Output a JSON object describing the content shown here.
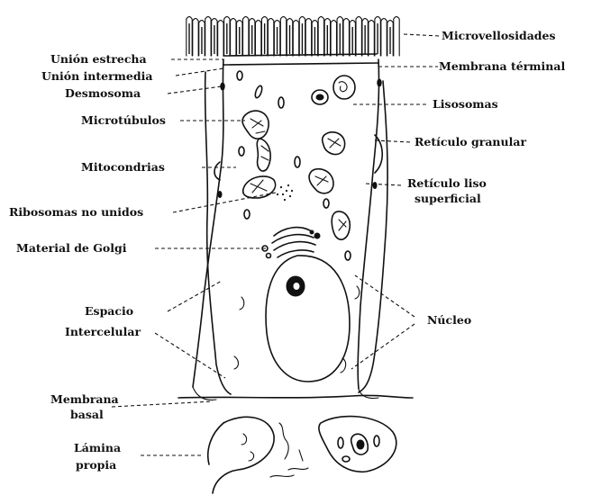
{
  "labels": {
    "microvellosidades": "Microvellosidades",
    "union_estrecha": "Unión estrecha",
    "union_intermedia": "Unión intermedia",
    "desmosoma": "Desmosoma",
    "membrana_terminal": "Membrana términal",
    "lisosomas": "Lisosomas",
    "microtubulos": "Microtúbulos",
    "reticulo_granular": "Retículo granular",
    "mitocondrias": "Mitocondrias",
    "reticulo_liso_1": "Retículo liso",
    "reticulo_liso_2": "superficial",
    "ribosomas": "Ribosomas no unidos",
    "golgi": "Material de Golgi",
    "espacio_1": "Espacio",
    "espacio_2": "Intercelular",
    "nucleo": "Núcleo",
    "membrana_basal_1": "Membrana",
    "membrana_basal_2": "basal",
    "lamina_1": "Lámina",
    "lamina_2": "propia"
  }
}
